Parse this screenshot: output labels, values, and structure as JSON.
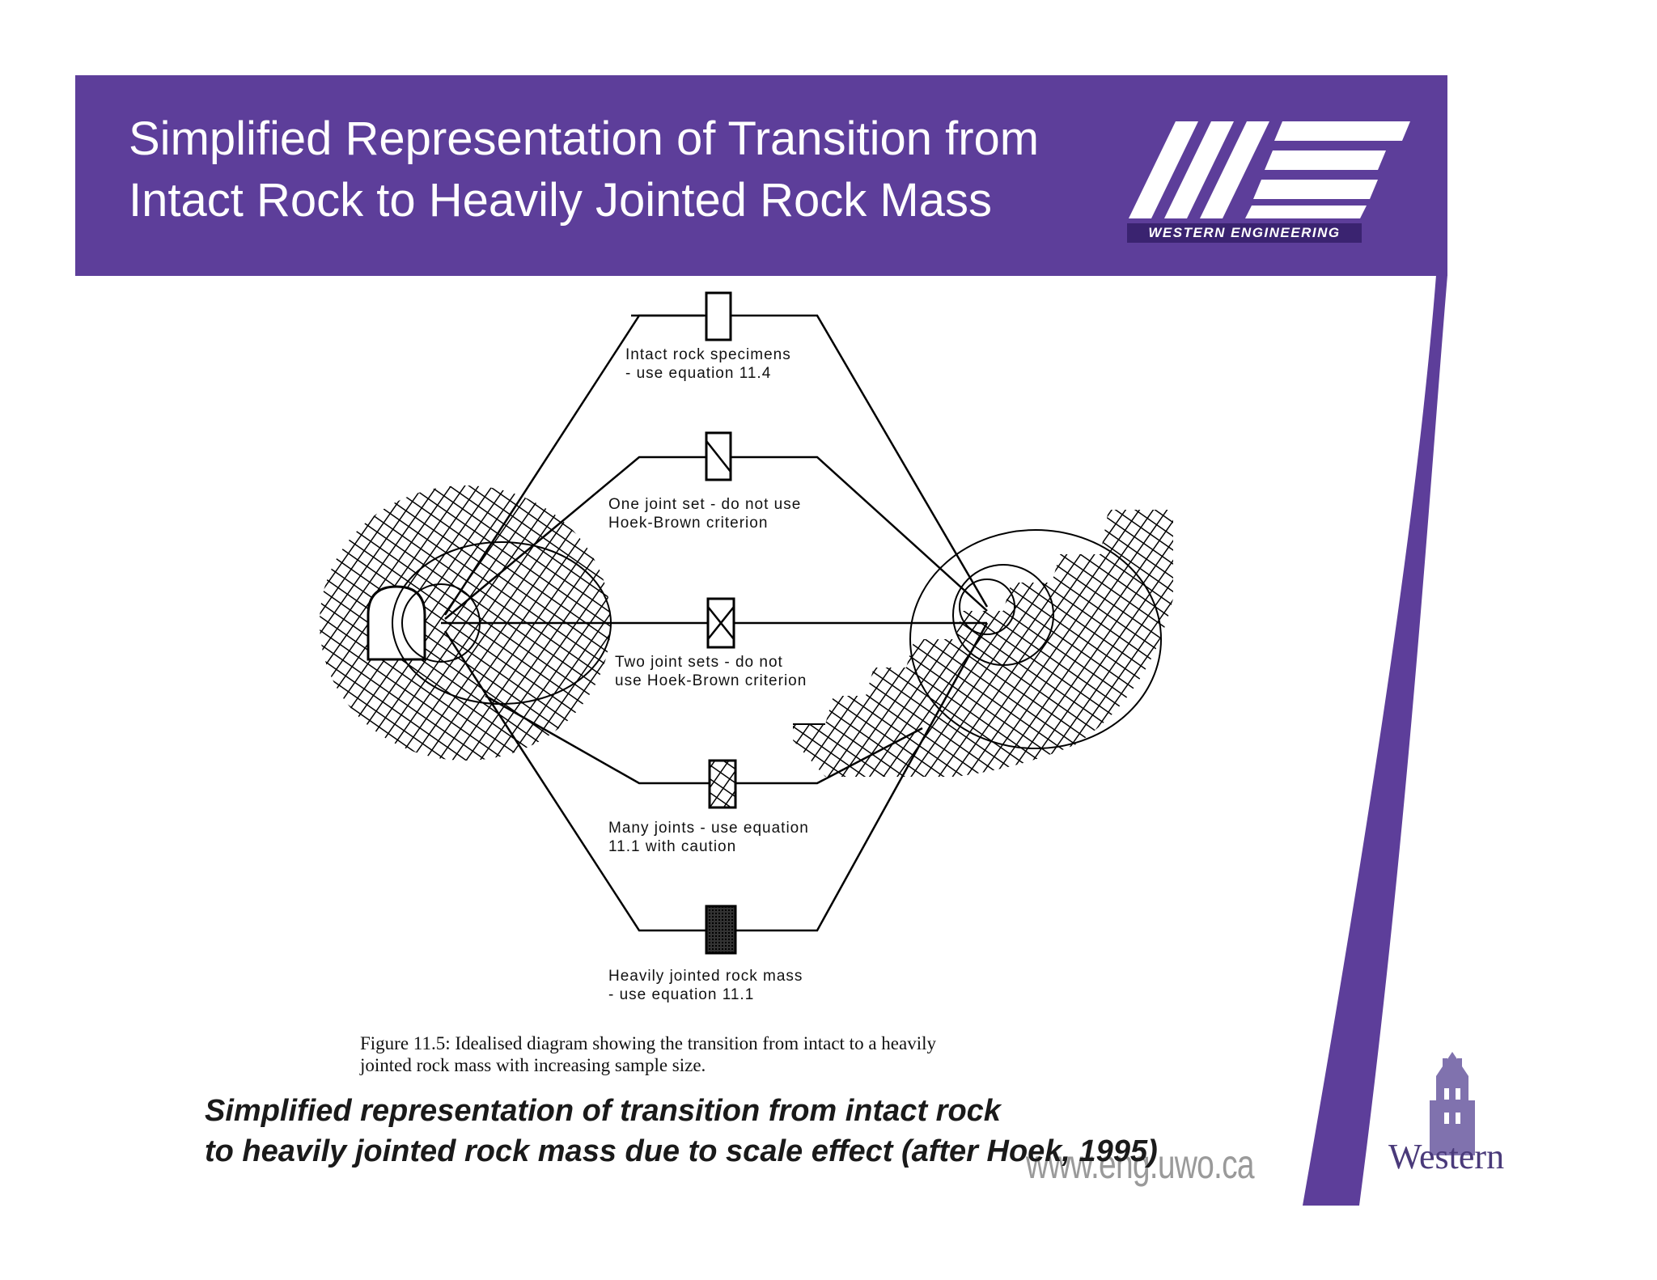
{
  "header": {
    "title_line1": "Simplified Representation of Transition from",
    "title_line2": "Intact Rock to Heavily Jointed Rock Mass",
    "logo_text": "WESTERN ENGINEERING"
  },
  "diagram": {
    "labels": [
      {
        "line1": "Intact rock specimens",
        "line2": "- use equation 11.4"
      },
      {
        "line1": "One joint set - do not use",
        "line2": "Hoek-Brown criterion"
      },
      {
        "line1": "Two joint sets - do not",
        "line2": "use Hoek-Brown criterion"
      },
      {
        "line1": "Many joints - use equation",
        "line2": "11.1 with caution"
      },
      {
        "line1": "Heavily jointed rock mass",
        "line2": "- use equation 11.1"
      }
    ]
  },
  "figure_caption": {
    "line1": "Figure 11.5: Idealised diagram showing the transition from intact to a heavily",
    "line2": "jointed rock mass with increasing sample size."
  },
  "slide_caption": {
    "line1": "Simplified representation of transition from intact rock",
    "line2": "to heavily jointed rock mass due to scale effect (after Hoek, 1995)"
  },
  "footer": {
    "url": "www.eng.uwo.ca",
    "university": "Western"
  },
  "colors": {
    "brand_purple": "#5d3e9a",
    "dark_purple": "#3a2370"
  }
}
